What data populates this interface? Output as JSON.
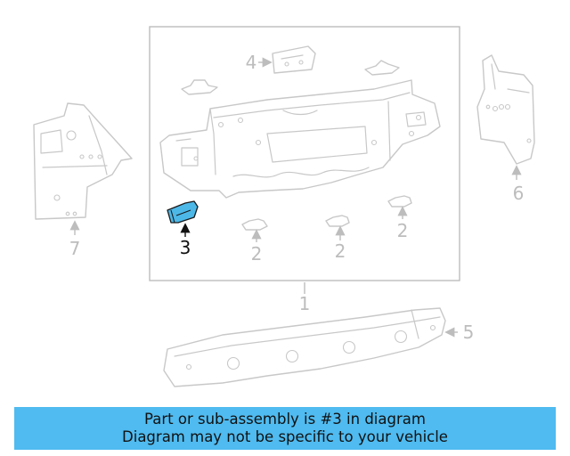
{
  "diagram": {
    "callouts": [
      "1",
      "2",
      "2",
      "2",
      "3",
      "4",
      "5",
      "6",
      "7"
    ],
    "highlighted_callout": "3",
    "highlight_color": "#4cb8e8",
    "line_color": "#c8c8c8"
  },
  "banner": {
    "line1": "Part or sub-assembly is #3 in diagram",
    "line2": "Diagram may not be specific to your vehicle",
    "background": "#4fbbf0"
  }
}
